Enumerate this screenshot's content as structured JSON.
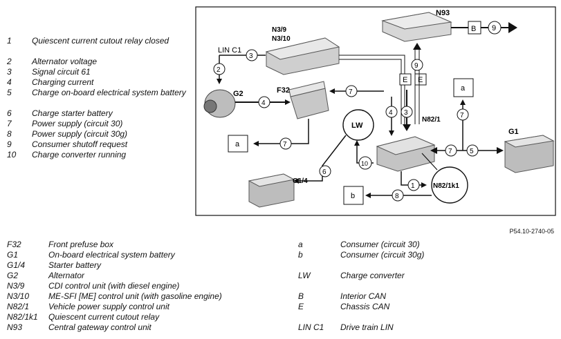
{
  "legend": [
    {
      "num": "1",
      "text": "Quiescent current cutout relay closed"
    },
    {
      "num": "2",
      "text": "Alternator voltage"
    },
    {
      "num": "3",
      "text": "Signal circuit 61"
    },
    {
      "num": "4",
      "text": "Charging current"
    },
    {
      "num": "5",
      "text": "Charge on-board electrical system battery"
    },
    {
      "num": "6",
      "text": "Charge starter battery"
    },
    {
      "num": "7",
      "text": "Power supply (circuit 30)"
    },
    {
      "num": "8",
      "text": "Power supply (circuit 30g)"
    },
    {
      "num": "9",
      "text": "Consumer shutoff request"
    },
    {
      "num": "10",
      "text": "Charge converter running"
    }
  ],
  "key_left": [
    {
      "code": "F32",
      "desc": "Front prefuse box"
    },
    {
      "code": "G1",
      "desc": "On-board electrical system battery"
    },
    {
      "code": "G1/4",
      "desc": "Starter battery"
    },
    {
      "code": "G2",
      "desc": "Alternator"
    },
    {
      "code": "N3/9",
      "desc": "CDI control unit (with diesel engine)"
    },
    {
      "code": "N3/10",
      "desc": "ME-SFI [ME] control unit (with gasoline engine)"
    },
    {
      "code": "N82/1",
      "desc": "Vehicle power supply control unit"
    },
    {
      "code": "N82/1k1",
      "desc": "Quiescent current cutout relay"
    },
    {
      "code": "N93",
      "desc": "Central gateway control unit"
    }
  ],
  "key_right": [
    {
      "code": "a",
      "desc": "Consumer (circuit 30)"
    },
    {
      "code": "b",
      "desc": "Consumer (circuit 30g)"
    },
    {
      "code": "LW",
      "desc": "Charge converter"
    },
    {
      "code": "B",
      "desc": "Interior CAN"
    },
    {
      "code": "E",
      "desc": "Chassis CAN"
    },
    {
      "code": "LIN C1",
      "desc": "Drive train LIN"
    }
  ],
  "reference": "P54.10-2740-05",
  "diagram": {
    "n93": "N93",
    "n39": "N3/9",
    "n310": "N3/10",
    "linc1": "LIN C1",
    "g2": "G2",
    "f32": "F32",
    "lw": "LW",
    "n821": "N82/1",
    "n821k1": "N82/1k1",
    "g1": "G1",
    "g14": "G1/4",
    "a": "a",
    "b": "b",
    "can_b": "B",
    "can_e": "E"
  }
}
